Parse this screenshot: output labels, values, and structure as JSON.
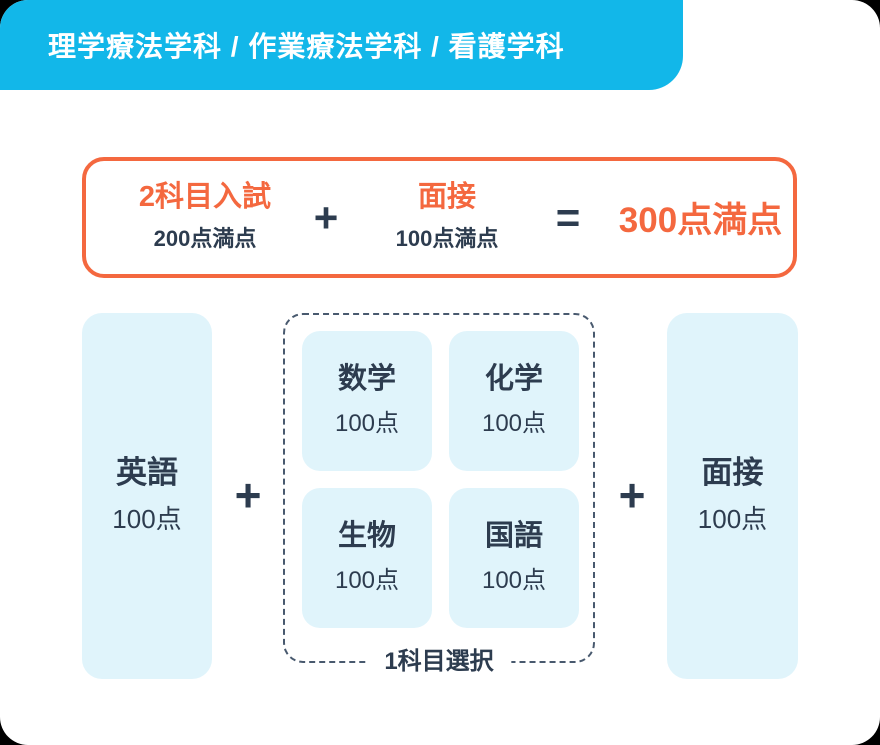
{
  "colors": {
    "header_bg": "#12b7e9",
    "card_bg": "#ffffff",
    "outside_bg": "#000000",
    "accent_orange": "#f4683f",
    "text_navy": "#2d3c4f",
    "box_light_blue": "#e0f4fb",
    "dashed_border": "#48596e",
    "header_text": "#ffffff"
  },
  "header": {
    "title": "理学療法学科 / 作業療法学科 / 看護学科"
  },
  "summary": {
    "exam_label": "2科目入試",
    "exam_sub": "200点満点",
    "plus": "+",
    "interview_label": "面接",
    "interview_sub": "100点満点",
    "equals": "=",
    "result": "300点満点"
  },
  "diagram": {
    "english": {
      "label": "英語",
      "score": "100点"
    },
    "plus1": "+",
    "choice": {
      "caption": "1科目選択",
      "subjects": [
        {
          "label": "数学",
          "score": "100点"
        },
        {
          "label": "化学",
          "score": "100点"
        },
        {
          "label": "生物",
          "score": "100点"
        },
        {
          "label": "国語",
          "score": "100点"
        }
      ]
    },
    "plus2": "+",
    "interview": {
      "label": "面接",
      "score": "100点"
    }
  }
}
